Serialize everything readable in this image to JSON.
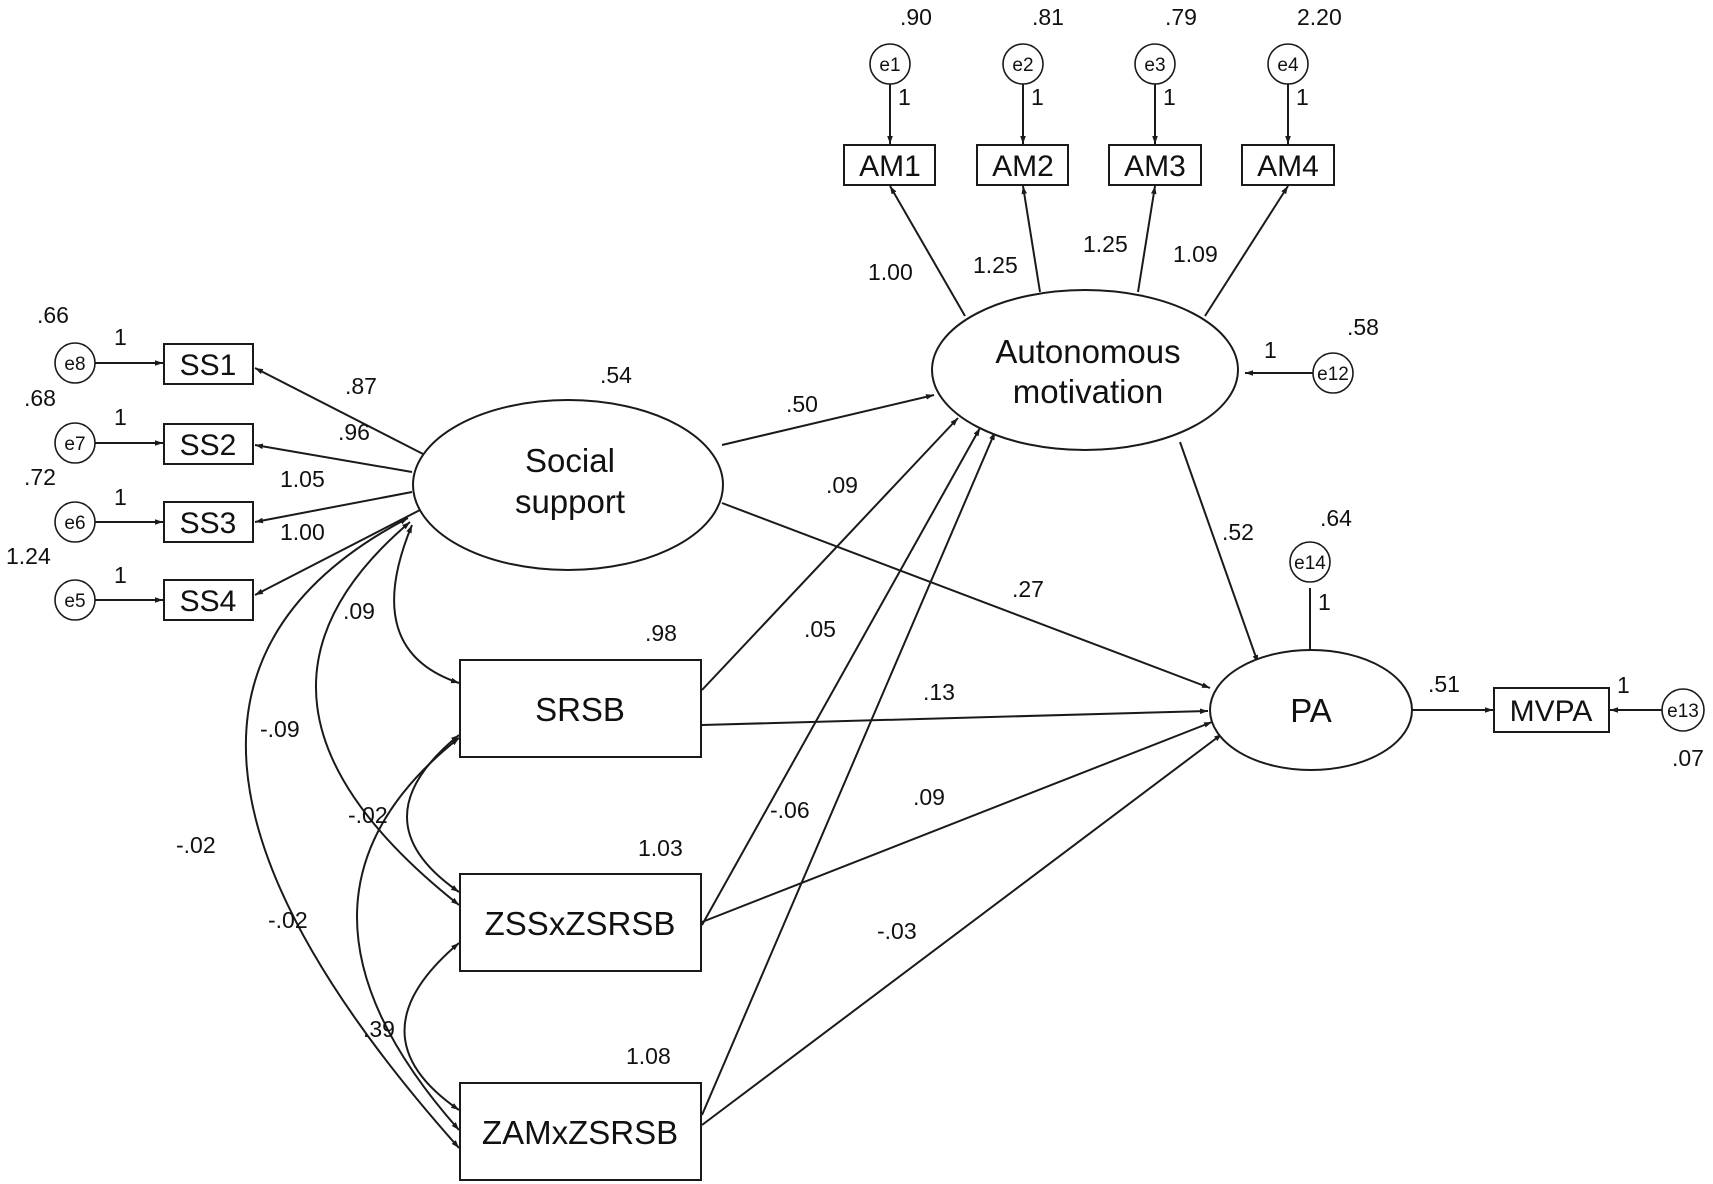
{
  "nodes": {
    "am1": "AM1",
    "am2": "AM2",
    "am3": "AM3",
    "am4": "AM4",
    "ss1": "SS1",
    "ss2": "SS2",
    "ss3": "SS3",
    "ss4": "SS4",
    "social_1": "Social",
    "social_2": "support",
    "auto_1": "Autonomous",
    "auto_2": "motivation",
    "srsb": "SRSB",
    "zss": "ZSSxZSRSB",
    "zam": "ZAMxZSRSB",
    "pa": "PA",
    "mvpa": "MVPA",
    "e1": "e1",
    "e2": "e2",
    "e3": "e3",
    "e4": "e4",
    "e5": "e5",
    "e6": "e6",
    "e7": "e7",
    "e8": "e8",
    "e12": "e12",
    "e13": "e13",
    "e14": "e14"
  },
  "variances": {
    "e1": ".90",
    "e2": ".81",
    "e3": ".79",
    "e4": "2.20",
    "e8": ".66",
    "e7": ".68",
    "e6": ".72",
    "e5": "1.24",
    "e12": ".58",
    "e14": ".64",
    "e13": ".07",
    "social": ".54",
    "srsb": ".98",
    "zss": "1.03",
    "zam": "1.08"
  },
  "fixed": {
    "e1": "1",
    "e2": "1",
    "e3": "1",
    "e4": "1",
    "e8": "1",
    "e7": "1",
    "e6": "1",
    "e5": "1",
    "e12": "1",
    "e14": "1",
    "e13": "1"
  },
  "loadings": {
    "am1": "1.00",
    "am2": "1.25",
    "am3": "1.25",
    "am4": "1.09",
    "ss1": ".87",
    "ss2": ".96",
    "ss3": "1.05",
    "ss4": "1.00",
    "mvpa": ".51"
  },
  "paths": {
    "social_auto": ".50",
    "social_pa": ".27",
    "srsb_auto": ".09",
    "srsb_pa": ".13",
    "zss_auto": ".05",
    "zss_pa": ".09",
    "zam_auto": "-.06",
    "zam_pa": "-.03",
    "auto_pa": ".52"
  },
  "covariances": {
    "social_srsb": ".09",
    "social_zss": "-.09",
    "social_zam": "-.02",
    "srsb_zss": "-.02",
    "srsb_zam": "-.02",
    "zss_zam": ".39"
  }
}
